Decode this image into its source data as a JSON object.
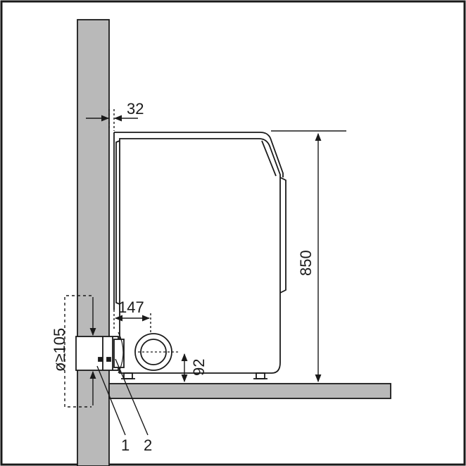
{
  "dimensions": {
    "wall_gap": "32",
    "height": "850",
    "duct_offset": "147",
    "duct_height": "92",
    "hole_diameter": "ø≥105"
  },
  "callouts": {
    "item_1": "1",
    "item_2": "2"
  },
  "colors": {
    "wall_fill": "#b9b9b9",
    "floor_fill": "#b9b9b9",
    "line": "#1a1a1a",
    "background": "#ffffff"
  }
}
